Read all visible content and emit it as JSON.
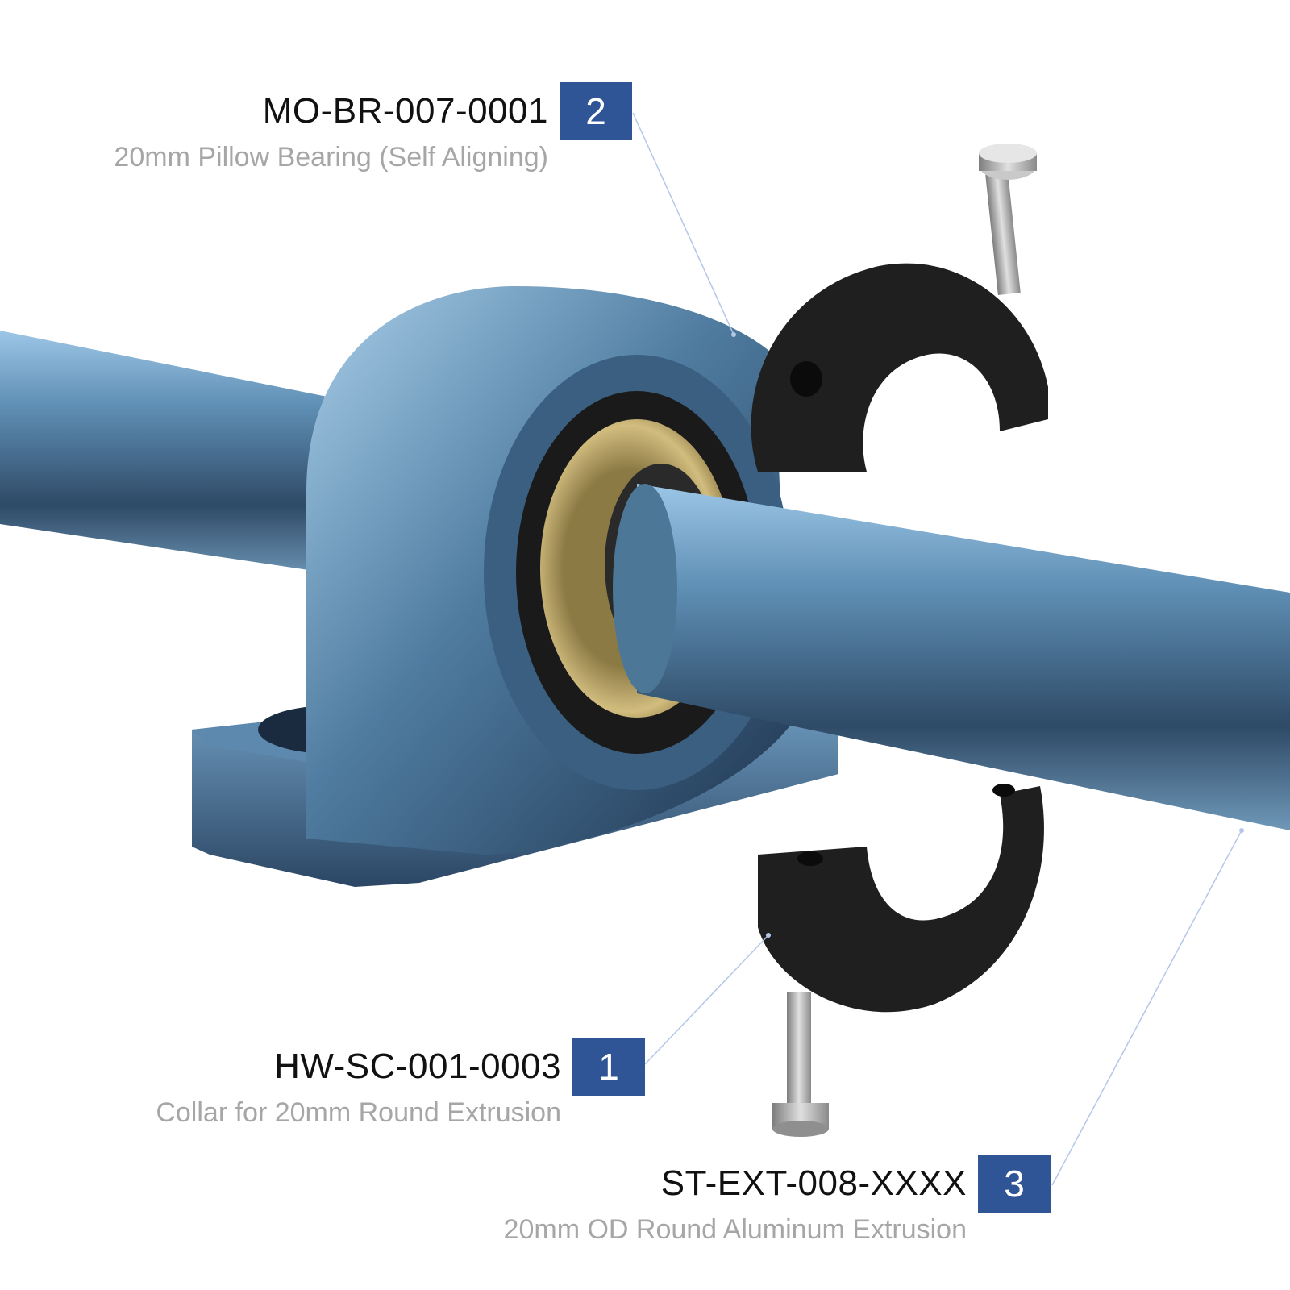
{
  "colors": {
    "badge": "#2f5597",
    "part_number_text": "#111111",
    "description_text": "#a6a6a6",
    "leader_line": "#b4c7e7",
    "extrusion": "#4f7a9c",
    "pillow_block": "#4a7195",
    "bearing_race": "#b39a5a",
    "collar": "#1e1e1e",
    "screw": "#b0b0b0"
  },
  "callouts": [
    {
      "id": "pillow-bearing",
      "number": "2",
      "part_number": "MO-BR-007-0001",
      "description": "20mm Pillow Bearing (Self Aligning)"
    },
    {
      "id": "collar",
      "number": "1",
      "part_number": "HW-SC-001-0003",
      "description": "Collar for 20mm Round Extrusion"
    },
    {
      "id": "extrusion",
      "number": "3",
      "part_number": "ST-EXT-008-XXXX",
      "description": "20mm OD Round Aluminum Extrusion"
    }
  ]
}
